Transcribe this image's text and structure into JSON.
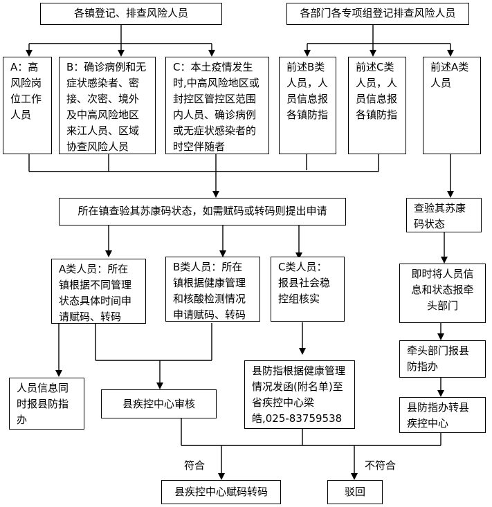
{
  "top": {
    "towns": "各镇登记、排查风险人员",
    "departments": "各部门各专项组登记排查风险人员"
  },
  "categories": {
    "a": "A：高风险岗位工作人员",
    "b": "B：确诊病例和无症状感染者、密接、次密、境外及中高风险地区来江人员、区域协查风险人员",
    "c": "C：本土疫情发生时,中高风险地区或封控区管控区范围内人员、确诊病例或无症状感染者的时空伴随者",
    "dept_b": "前述B类人员，人员信息报各镇防指",
    "dept_c": "前述C类人员，人员信息报各镇防指",
    "dept_a": "前述A类人员"
  },
  "check": {
    "town_check": "所在镇查验其苏康码状态，如需赋码或转码则提出申请",
    "dept_check": "查验其苏康码状态"
  },
  "apply": {
    "a": "A类人员：所在镇根据不同管理状态具体时间申请赋码、转码",
    "b": "B类人员：所在镇根据健康管理和核酸检测情况申请赋码、转码",
    "c": "C类人员：报县社会稳控组核实"
  },
  "dept_flow": {
    "report_lead": "即时将人员信息和状态报牵头部门",
    "lead_report": "牵头部门报县防指办",
    "transfer": "县防指办转县疾控中心"
  },
  "lower": {
    "info_report": "人员信息同时报县防指办",
    "cdc_review": "县疾控中心审核",
    "letter": "县防指根据健康管理情况发函(附名单)至省疾控中心梁皓,025-83759538"
  },
  "result": {
    "pass_label": "符合",
    "fail_label": "不符合",
    "pass": "县疾控中心赋码转码",
    "fail": "驳回"
  }
}
